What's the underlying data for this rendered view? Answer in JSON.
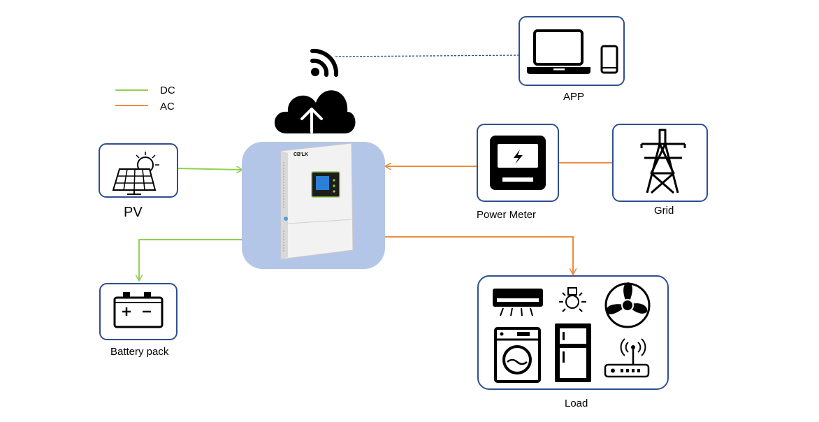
{
  "legend": {
    "dc": {
      "label": "DC",
      "color": "#92d050"
    },
    "ac": {
      "label": "AC",
      "color": "#ed8c3d"
    }
  },
  "inverter": {
    "brand": "CB'LK",
    "panel_color": "#b4c6e7"
  },
  "nodes": {
    "pv": {
      "label": "PV",
      "icon": "solar-panel-icon"
    },
    "battery": {
      "label": "Battery pack",
      "icon": "battery-icon"
    },
    "app": {
      "label": "APP",
      "icon": "laptop-phone-icon"
    },
    "power_meter": {
      "label": "Power Meter",
      "icon": "power-meter-icon"
    },
    "grid": {
      "label": "Grid",
      "icon": "transmission-tower-icon"
    },
    "load": {
      "label": "Load",
      "icons": [
        "air-conditioner-icon",
        "light-bulb-icon",
        "fan-icon",
        "washing-machine-icon",
        "refrigerator-icon",
        "router-icon"
      ]
    }
  },
  "cloud": {
    "icon": "cloud-upload-icon",
    "wifi_icon": "wifi-icon"
  },
  "colors": {
    "box_border": "#2f4f8f",
    "link_dashed": "#2f4f8f"
  }
}
